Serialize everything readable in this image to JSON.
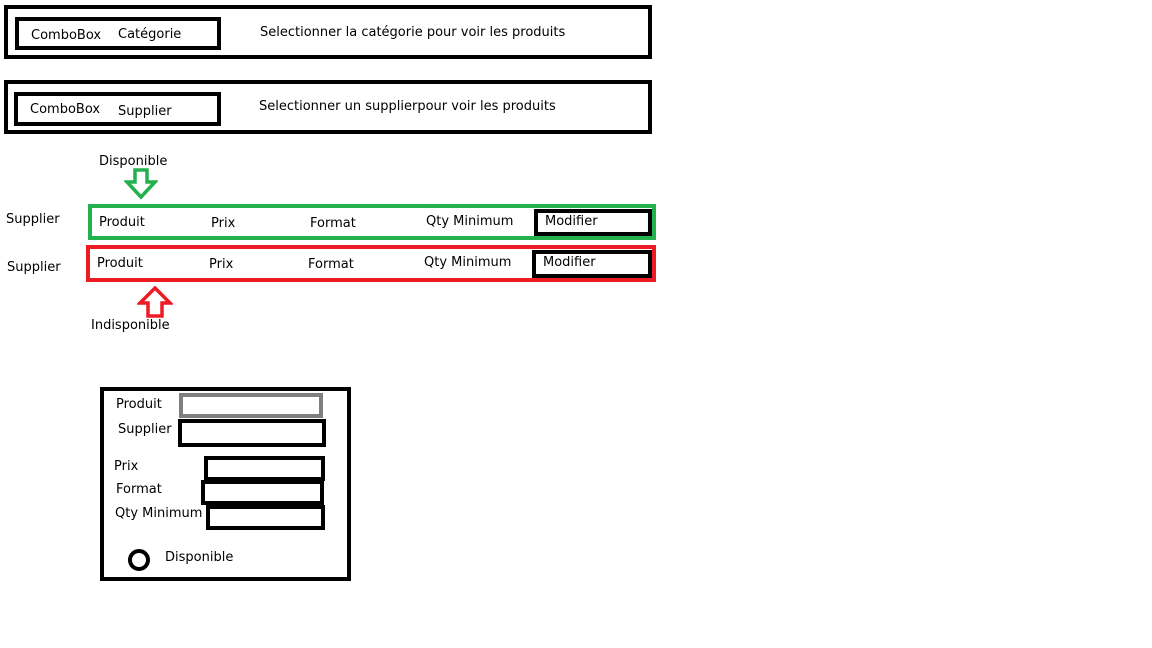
{
  "category_bar": {
    "combo_label": "ComboBox",
    "combo_value": "Catégorie",
    "hint": "Selectionner la catégorie pour voir les produits"
  },
  "supplier_bar": {
    "combo_label": "ComboBox",
    "combo_value": "Supplier",
    "hint_part1": "Selectionner  un supplier",
    "hint_part2": "pour voir les produits"
  },
  "legend": {
    "available": "Disponible",
    "unavailable": "Indisponible"
  },
  "rows": [
    {
      "status": "available",
      "status_color": "#22b14c",
      "supplier": "Supplier",
      "produit": "Produit",
      "prix": "Prix",
      "format": "Format",
      "qty": "Qty Minimum",
      "action": "Modifier"
    },
    {
      "status": "unavailable",
      "status_color": "#ed1c24",
      "supplier": "Supplier",
      "produit": "Produit",
      "prix": "Prix",
      "format": "Format",
      "qty": "Qty Minimum",
      "action": "Modifier"
    }
  ],
  "form": {
    "produit_label": "Produit",
    "supplier_label": "Supplier",
    "prix_label": "Prix",
    "format_label": "Format",
    "qty_label": "Qty Minimum",
    "disponible_label": "Disponible"
  }
}
